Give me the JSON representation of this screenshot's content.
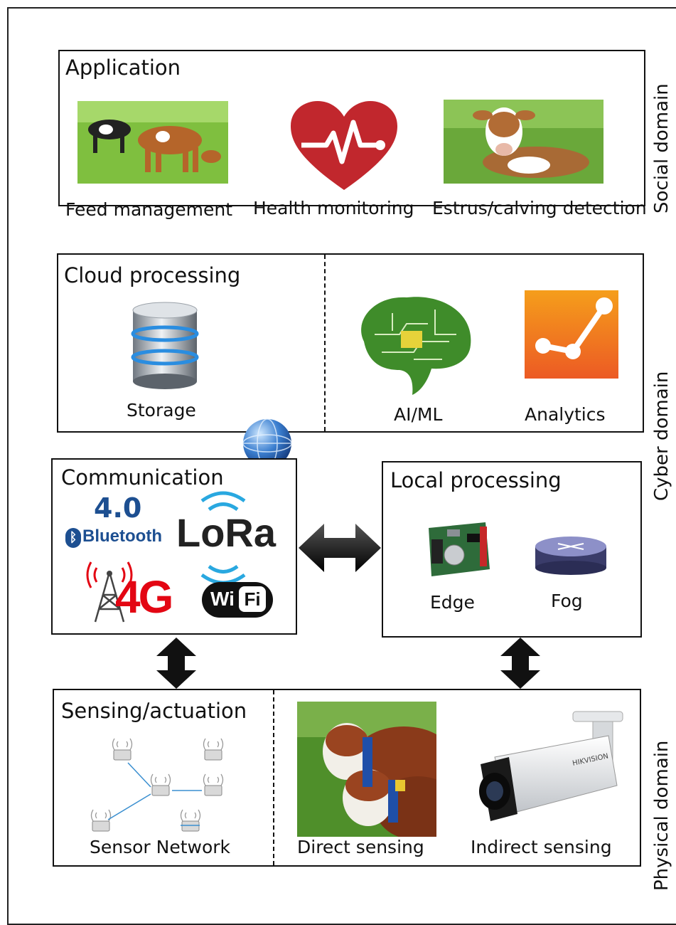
{
  "domains": {
    "social": "Social domain",
    "cyber": "Cyber domain",
    "physical": "Physical domain"
  },
  "application": {
    "title": "Application",
    "items": [
      "Feed management",
      "Health monitoring",
      "Estrus/calving detection"
    ]
  },
  "cloud": {
    "title": "Cloud processing",
    "items": [
      "Storage",
      "AI/ML",
      "Analytics"
    ]
  },
  "communication": {
    "title": "Communication",
    "bluetooth_version": "4.0",
    "bluetooth_label": "Bluetooth",
    "lora_label": "LoRa",
    "cellular_label": "4G",
    "wifi_label": "Wi",
    "wifi_box": "Fi"
  },
  "local": {
    "title": "Local processing",
    "items": [
      "Edge",
      "Fog"
    ]
  },
  "sensing": {
    "title": "Sensing/actuation",
    "items": [
      "Sensor Network",
      "Direct sensing",
      "Indirect sensing"
    ],
    "camera_brand": "HIKVISION"
  },
  "colors": {
    "heart": "#c1272d",
    "cellular": "#e30613",
    "wifi_ring": "#e30613",
    "lora_waves": "#29a8e0",
    "bluetooth": "#1d4f91"
  }
}
